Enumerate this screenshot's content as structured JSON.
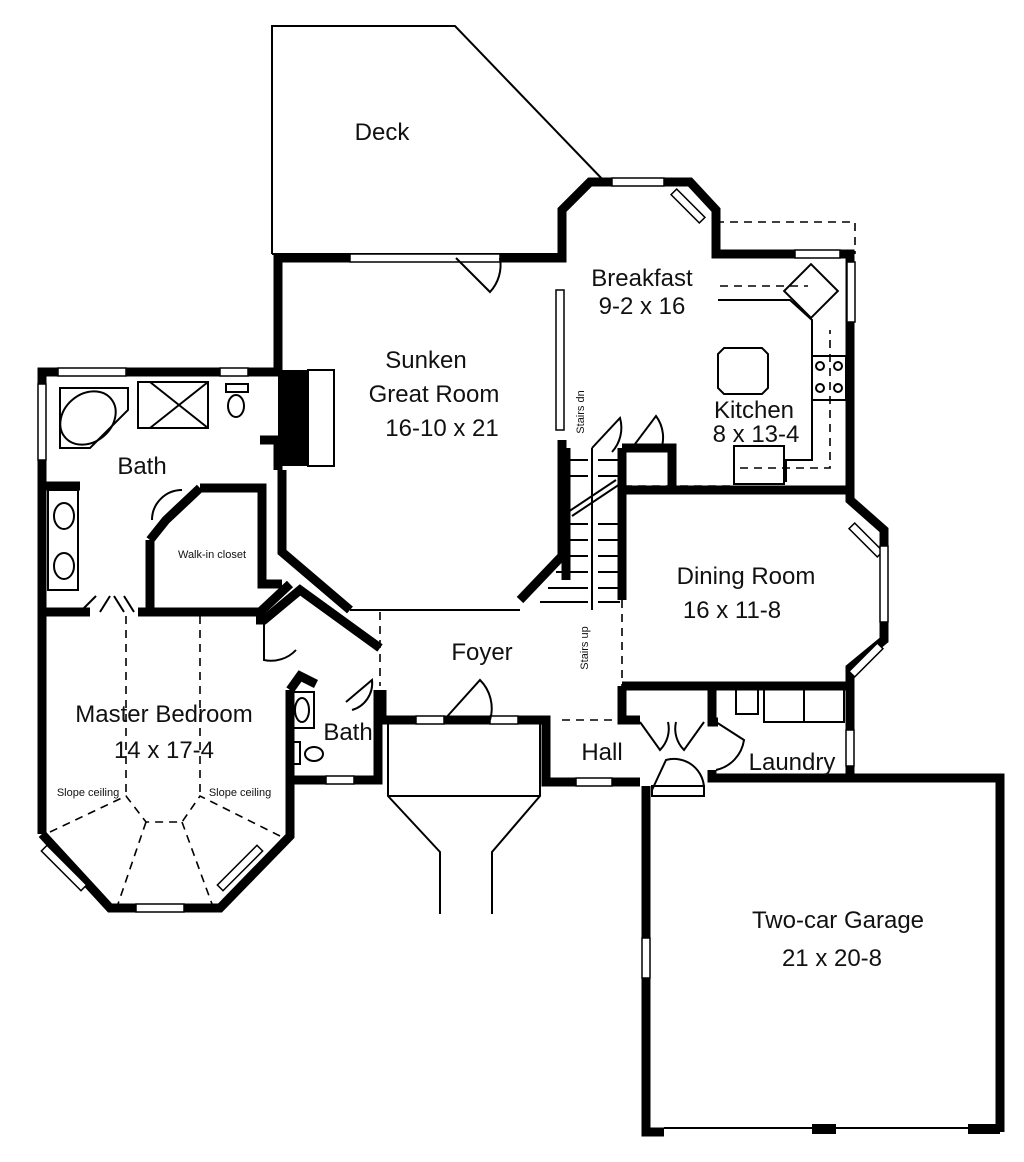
{
  "plan": {
    "rooms": [
      {
        "id": "deck",
        "name": "Deck",
        "size": ""
      },
      {
        "id": "breakfast",
        "name": "Breakfast",
        "size": "9-2 x 16"
      },
      {
        "id": "great-room",
        "name_line1": "Sunken",
        "name_line2": "Great Room",
        "size": "16-10 x 21"
      },
      {
        "id": "kitchen",
        "name": "Kitchen",
        "size": "8 x 13-4"
      },
      {
        "id": "master-bath",
        "name": "Bath",
        "size": ""
      },
      {
        "id": "walk-in-closet",
        "name": "Walk-in closet",
        "size": ""
      },
      {
        "id": "dining-room",
        "name": "Dining Room",
        "size": "16 x 11-8"
      },
      {
        "id": "foyer",
        "name": "Foyer",
        "size": ""
      },
      {
        "id": "master-bedroom",
        "name": "Master Bedroom",
        "size": "14 x 17-4"
      },
      {
        "id": "half-bath",
        "name": "Bath",
        "size": ""
      },
      {
        "id": "hall",
        "name": "Hall",
        "size": ""
      },
      {
        "id": "laundry",
        "name": "Laundry",
        "size": ""
      },
      {
        "id": "garage",
        "name": "Two-car Garage",
        "size": "21 x 20-8"
      }
    ],
    "annotations": {
      "stairs_down": "Stairs dn",
      "stairs_up": "Stairs up",
      "slope_left": "Slope ceiling",
      "slope_right": "Slope ceiling"
    },
    "colors": {
      "ink": "#000000",
      "background": "#ffffff"
    }
  }
}
